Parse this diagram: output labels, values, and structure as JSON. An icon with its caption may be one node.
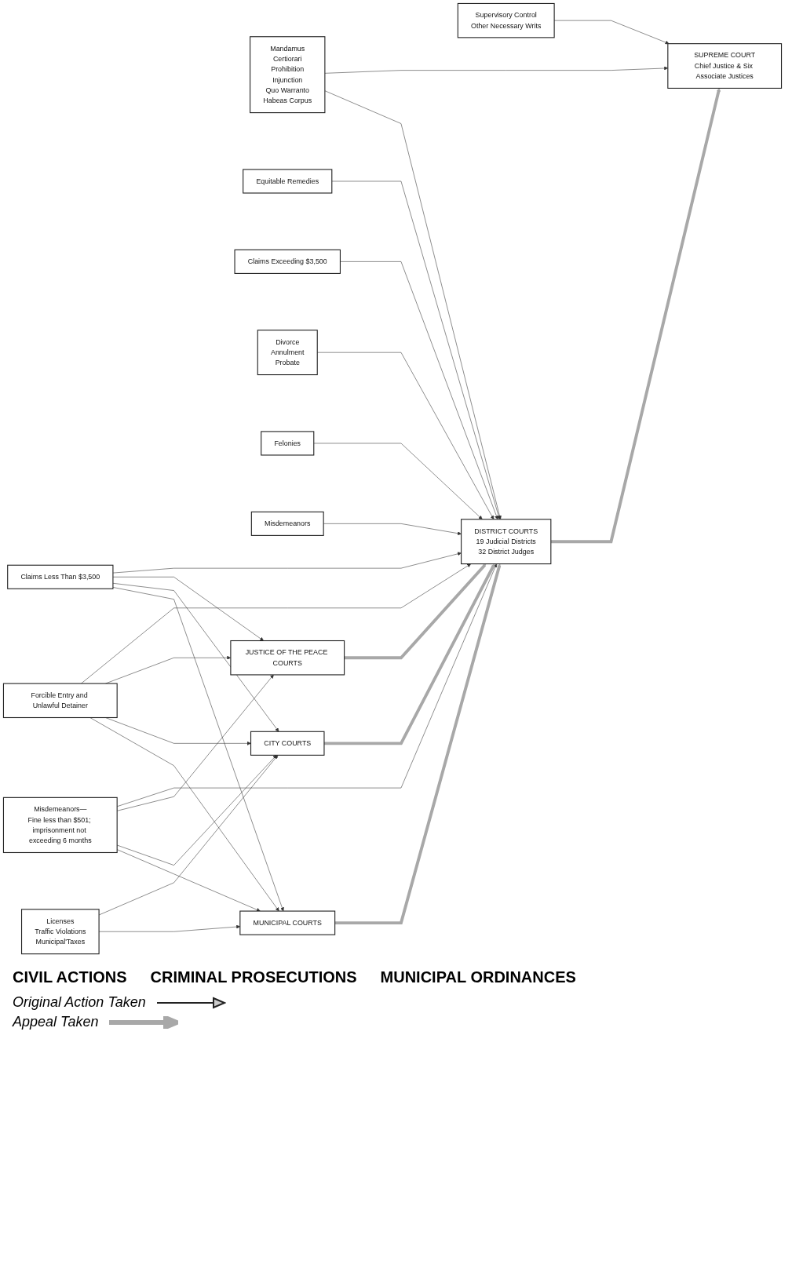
{
  "diagram": {
    "nodes": [
      {
        "text": [
          "Supervisory Control",
          "Other Necessary Writs"
        ]
      },
      {
        "text": [
          "Mandamus",
          "Certiorari",
          "Prohibition",
          "Injunction",
          "Quo Warranto",
          "Habeas Corpus"
        ]
      },
      {
        "text": [
          "SUPREME COURT",
          "Chief Justice & Six Associate Justices"
        ]
      },
      {
        "text": [
          "DISTRICT COURTS",
          "19 Judicial Districts",
          "32 District Judges"
        ]
      },
      {
        "text": [
          "Equitable Remedies"
        ]
      },
      {
        "text": [
          "Claims Exceeding $3,500"
        ]
      },
      {
        "text": [
          "Claims Less Than $3,500"
        ]
      },
      {
        "text": [
          "Divorce",
          "Annulment",
          "Probate"
        ]
      },
      {
        "text": [
          "Forcible Entry and Unlawful Detainer"
        ]
      },
      {
        "text": [
          "Felonies"
        ]
      },
      {
        "text": [
          "Misdemeanors"
        ]
      },
      {
        "text": [
          "Misdemeanors—",
          "Fine less than $501; imprisonment not exceeding 6 months"
        ]
      },
      {
        "text": [
          "Licenses",
          "Traffic Violations",
          "Municipal'Taxes"
        ]
      },
      {
        "text": [
          "JUSTICE OF THE PEACE COURTS"
        ]
      },
      {
        "text": [
          "CITY COURTS"
        ]
      },
      {
        "text": [
          "MUNICIPAL COURTS"
        ]
      }
    ],
    "edges": [
      {
        "from": 0,
        "to": 2,
        "arrow": "to"
      },
      {
        "from": 1,
        "to": 2,
        "arrow": "to"
      },
      {
        "from": 1,
        "to": 3,
        "arrow": "to"
      },
      {
        "from": 4,
        "to": 3,
        "arrow": "to"
      },
      {
        "from": 5,
        "to": 3,
        "arrow": "to"
      },
      {
        "from": 6,
        "to": 3,
        "arrow": "to"
      },
      {
        "from": 6,
        "to": 13,
        "arrow": "to"
      },
      {
        "from": 6,
        "to": 14,
        "arrow": "to"
      },
      {
        "from": 6,
        "to": 15,
        "arrow": "to"
      },
      {
        "from": 7,
        "to": 3,
        "arrow": "to"
      },
      {
        "from": 8,
        "to": 3,
        "arrow": "to"
      },
      {
        "from": 8,
        "to": 13,
        "arrow": "to"
      },
      {
        "from": 8,
        "to": 14,
        "arrow": "to"
      },
      {
        "from": 8,
        "to": 15,
        "arrow": "to"
      },
      {
        "from": 9,
        "to": 3,
        "arrow": "to"
      },
      {
        "from": 10,
        "to": 3,
        "arrow": "to"
      },
      {
        "from": 11,
        "to": 3,
        "arrow": "to"
      },
      {
        "from": 11,
        "to": 13,
        "arrow": "to"
      },
      {
        "from": 11,
        "to": 14,
        "arrow": "to"
      },
      {
        "from": 11,
        "to": 15,
        "arrow": "to"
      },
      {
        "from": 12,
        "to": 14,
        "arrow": "to"
      },
      {
        "from": 12,
        "to": 15,
        "arrow": "to"
      },
      {
        "from": 3,
        "to": 2,
        "arrow": "to",
        "style": "thick",
        "color": "#a8a8a8"
      },
      {
        "from": 13,
        "to": 3,
        "arrow": "to",
        "style": "thick",
        "color": "#a8a8a8"
      },
      {
        "from": 14,
        "to": 3,
        "arrow": "to",
        "style": "thick",
        "color": "#a8a8a8"
      },
      {
        "from": 15,
        "to": 3,
        "arrow": "to",
        "style": "thick",
        "color": "#a8a8a8"
      }
    ],
    "labels": [
      "CIVIL ACTIONS",
      "CRIMINAL PROSECUTIONS",
      "MUNICIPAL ORDINANCES"
    ],
    "legend": [
      {
        "text": "Original Action Taken"
      },
      {
        "text": "Appeal Taken"
      }
    ]
  }
}
